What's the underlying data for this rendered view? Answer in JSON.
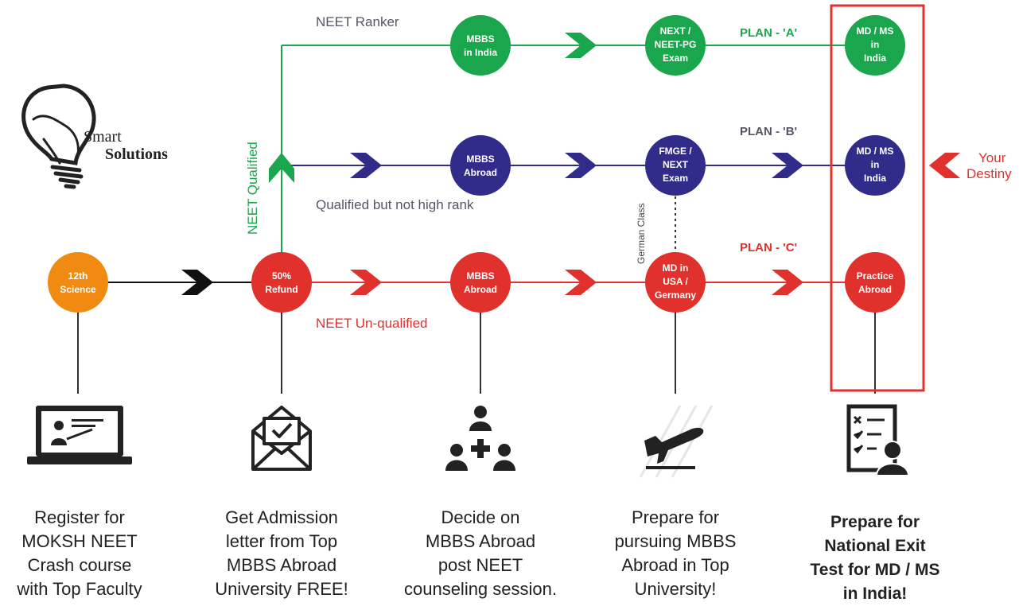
{
  "logo": {
    "line1": "Smart",
    "line2": "Solutions"
  },
  "labels": {
    "neet_ranker": "NEET Ranker",
    "neet_qualified": "NEET Qualified",
    "qualified_not_high": "Qualified but not high rank",
    "neet_unqualified": "NEET Un-qualified",
    "german_class": "German Class",
    "your": "Your",
    "destiny": "Destiny"
  },
  "plans": {
    "a": "PLAN - 'A'",
    "b": "PLAN - 'B'",
    "c": "PLAN - 'C'"
  },
  "nodes": {
    "science": [
      "12th",
      "Science"
    ],
    "refund": [
      "50%",
      "Refund"
    ],
    "mbbs_india": [
      "MBBS",
      "in India"
    ],
    "next_neetpg": [
      "NEXT /",
      "NEET-PG",
      "Exam"
    ],
    "md_india_a": [
      "MD / MS",
      "in",
      "India"
    ],
    "mbbs_abroad_b": [
      "MBBS",
      "Abroad"
    ],
    "fmge_next": [
      "FMGE /",
      "NEXT",
      "Exam"
    ],
    "md_india_b": [
      "MD / MS",
      "in",
      "India"
    ],
    "mbbs_abroad_c": [
      "MBBS",
      "Abroad"
    ],
    "md_usa": [
      "MD in",
      "USA /",
      "Germany"
    ],
    "practice_abroad": [
      "Practice",
      "Abroad"
    ]
  },
  "captions": {
    "register": [
      "Register for",
      "MOKSH NEET",
      "Crash course",
      "with Top Faculty"
    ],
    "admission": [
      "Get Admission",
      "letter from Top",
      "MBBS Abroad",
      "University FREE!"
    ],
    "decide": [
      "Decide on",
      "MBBS Abroad",
      "post NEET",
      "counseling session."
    ],
    "prepare_pursue": [
      "Prepare for",
      "pursuing MBBS",
      "Abroad in Top",
      "University!"
    ],
    "prepare_exit": [
      "Prepare for",
      "National Exit",
      "Test for MD / MS",
      "in India!"
    ]
  },
  "icons": {
    "laptop": "online-class-laptop-icon",
    "envelope": "admission-letter-envelope-icon",
    "people": "counseling-people-icon",
    "plane": "airplane-takeoff-icon",
    "checklist": "exam-checklist-icon"
  },
  "colors": {
    "green": "#1aa64c",
    "navy": "#312c8a",
    "red": "#e0312c",
    "orange": "#f08a10",
    "gray_text": "#555566",
    "dark": "#222222"
  }
}
